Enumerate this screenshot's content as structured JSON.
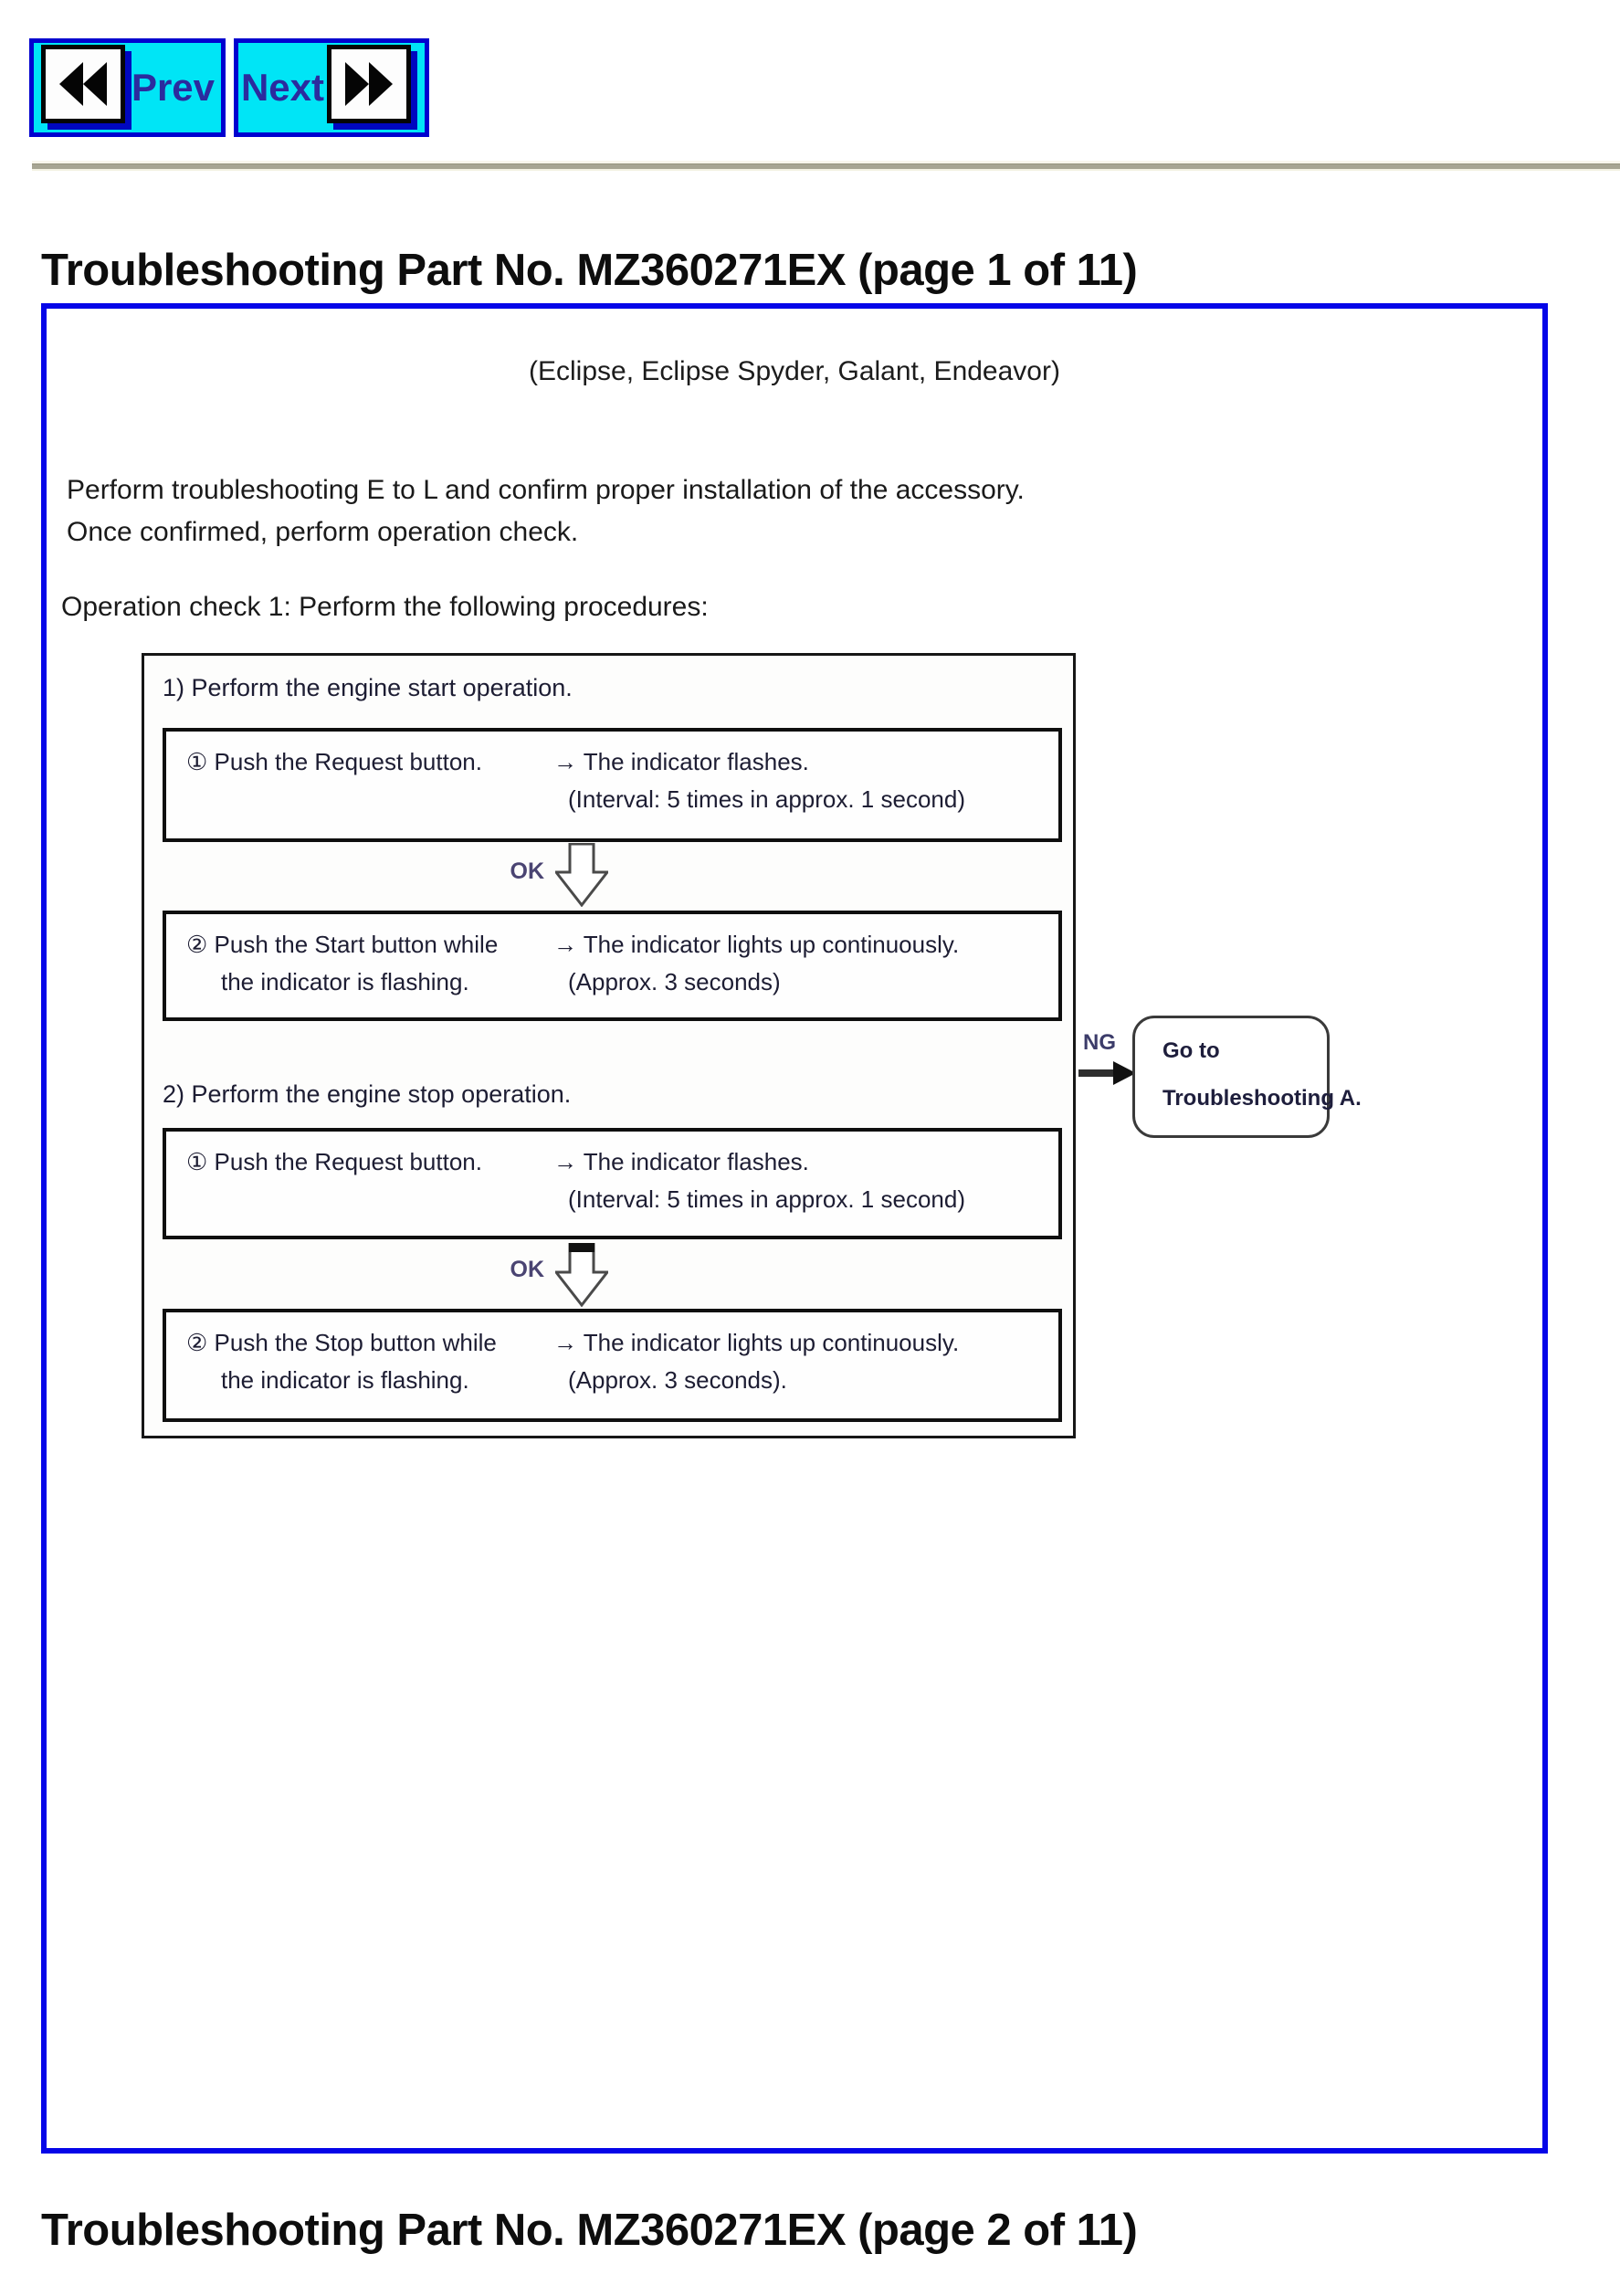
{
  "nav": {
    "prev_label": "Prev",
    "next_label": "Next"
  },
  "page1": {
    "title": "Troubleshooting Part No. MZ360271EX (page 1 of 11)",
    "vehicles": "(Eclipse, Eclipse Spyder, Galant, Endeavor)",
    "intro_line1": "Perform troubleshooting E to L and confirm proper installation of the accessory.",
    "intro_line2": "Once confirmed, perform operation check.",
    "operation_check": "Operation check 1: Perform the following procedures:"
  },
  "flowchart": {
    "section1_label": "1) Perform the engine start operation.",
    "section2_label": "2) Perform the engine stop operation.",
    "ok_label": "OK",
    "ng_label": "NG",
    "goto_box": {
      "line1": "Go to",
      "line2": "Troubleshooting A."
    },
    "steps": [
      {
        "action": "① Push the Request button.",
        "action2": "",
        "result": "→ The indicator flashes.",
        "result2": "(Interval: 5 times in approx. 1 second)"
      },
      {
        "action": "② Push the Start button while",
        "action2": "the indicator is flashing.",
        "result": "→ The indicator lights up continuously.",
        "result2": "(Approx. 3 seconds)"
      },
      {
        "action": "① Push the Request button.",
        "action2": "",
        "result": "→ The indicator flashes.",
        "result2": "(Interval: 5 times in approx. 1 second)"
      },
      {
        "action": "② Push the Stop button while",
        "action2": "the indicator is flashing.",
        "result": "→ The indicator lights up continuously.",
        "result2": "(Approx. 3 seconds)."
      }
    ]
  },
  "page2": {
    "title": "Troubleshooting Part No. MZ360271EX (page 2 of 11)"
  },
  "colors": {
    "panel_border_blue": "#0505e8",
    "button_cyan": "#00e5f6",
    "button_border_blue": "#0101cf",
    "button_text_navy": "#2b2b9e",
    "divider_olive": "#a7a593"
  }
}
